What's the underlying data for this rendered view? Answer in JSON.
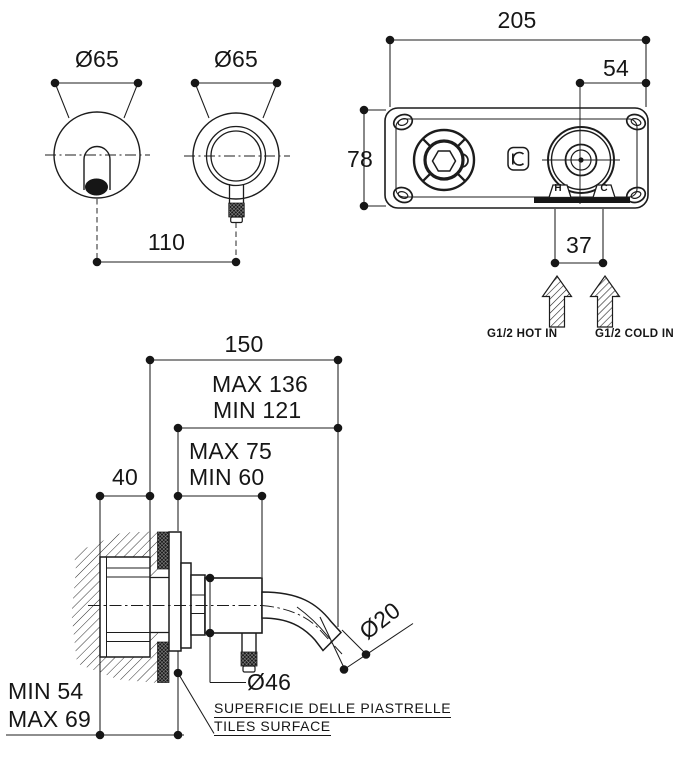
{
  "colors": {
    "ink": "#1c1c1c",
    "paper": "#ffffff",
    "fill_dark": "#161616"
  },
  "front_view": {
    "spout_diameter": "Ø65",
    "valve_diameter": "Ø65",
    "centers_distance": "110"
  },
  "built_in_box_view": {
    "width": "205",
    "valve_center_offset": "54",
    "height": "78",
    "inlet_spacing": "37",
    "hot_inlet": "G1/2 HOT IN",
    "cold_inlet": "G1/2 COLD IN",
    "hot_mark": "H",
    "cold_mark": "C"
  },
  "side_view": {
    "overall_projection": "150",
    "spout_reach_max": "MAX 136",
    "spout_reach_min": "MIN 121",
    "body_reach_max": "MAX 75",
    "body_reach_min": "MIN 60",
    "box_depth": "40",
    "recess_min": "MIN 54",
    "recess_max": "MAX 69",
    "body_diameter": "Ø46",
    "spout_tube_diameter": "Ø20",
    "tiles_note_it": "SUPERFICIE DELLE PIASTRELLE",
    "tiles_note_en": "TILES SURFACE"
  }
}
